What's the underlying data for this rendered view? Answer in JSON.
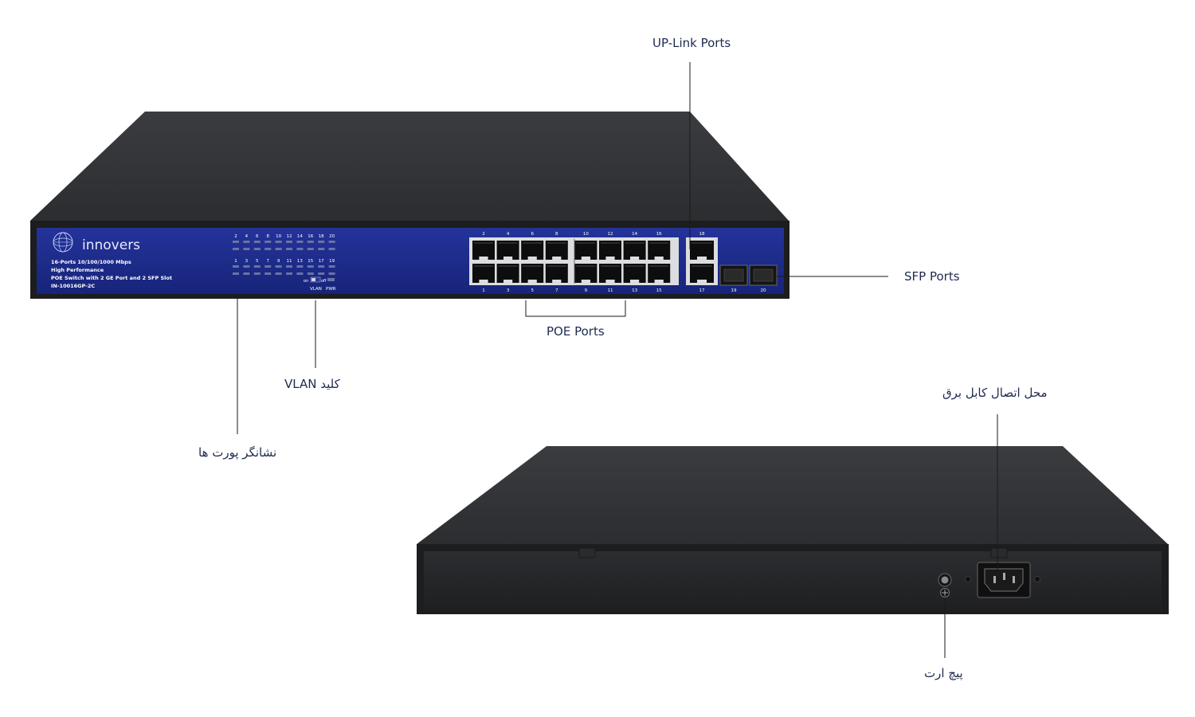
{
  "colors": {
    "chassis_top": "#2f3133",
    "chassis_front": "#1c1d1f",
    "panel_blue": "#1b2a8e",
    "leader_line": "#1a1a1a",
    "label_text": "#1d2b4f"
  },
  "front_panel": {
    "brand": "innovers",
    "logo_icon": "globe-logo-icon",
    "spec_lines": [
      "16-Ports 10/100/1000 Mbps",
      "High Performance",
      "POE Switch with 2 GE Port and 2 SFP Slot",
      "IN-10016GP-2C"
    ],
    "led_top_numbers": [
      "2",
      "4",
      "6",
      "8",
      "10",
      "12",
      "14",
      "16",
      "18",
      "20"
    ],
    "led_bottom_numbers": [
      "1",
      "3",
      "5",
      "7",
      "9",
      "11",
      "13",
      "15",
      "17",
      "19"
    ],
    "switch_on_label": "on",
    "switch_off_label": "off",
    "vlan_label": "VLAN",
    "pwr_label": "PWR",
    "poe_top_numbers": [
      "2",
      "4",
      "6",
      "8",
      "10",
      "12",
      "14",
      "16"
    ],
    "poe_bottom_numbers": [
      "1",
      "3",
      "5",
      "7",
      "9",
      "11",
      "13",
      "15"
    ],
    "uplink_top_number": "18",
    "uplink_bottom_number": "17",
    "sfp_numbers": [
      "19",
      "20"
    ]
  },
  "callouts": {
    "uplink_ports": "UP-Link Ports",
    "sfp_ports": "SFP Ports",
    "poe_ports": "POE Ports",
    "vlan_key": "کلید  VLAN",
    "port_indicators": "نشانگر پورت ها",
    "power_cable": "محل اتصال کابل برق",
    "ground_screw": "پیچ ارت"
  }
}
